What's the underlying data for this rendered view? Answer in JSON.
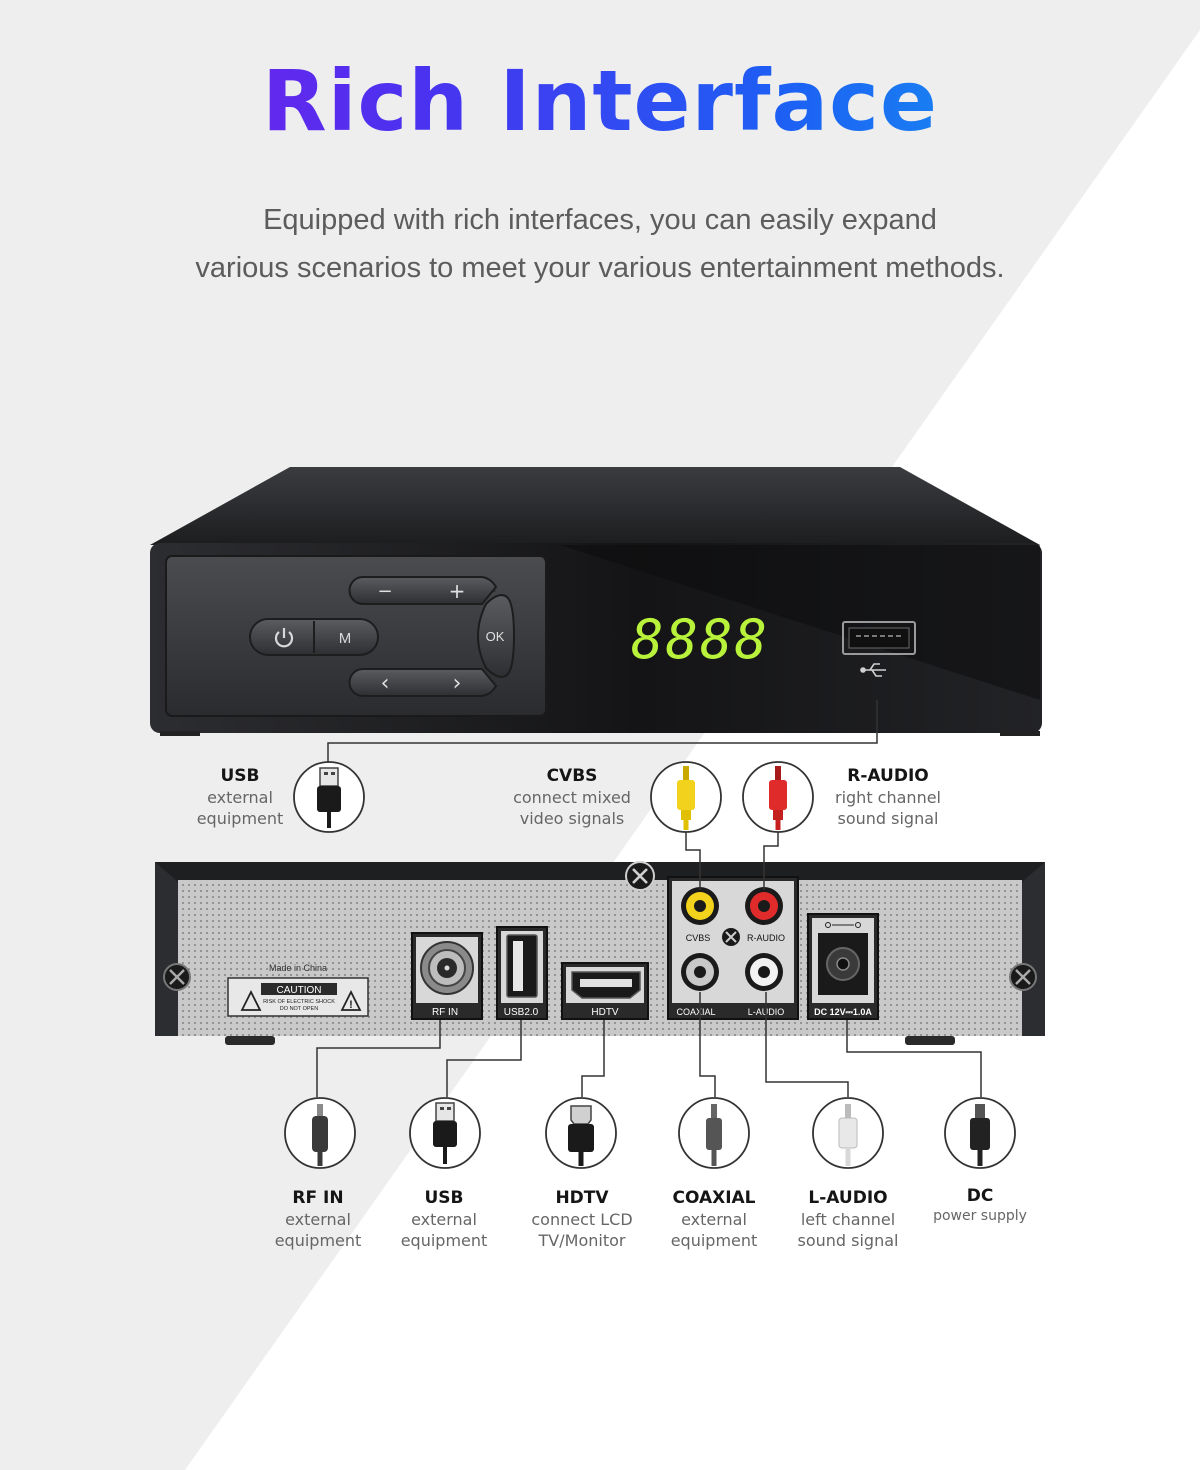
{
  "heading": {
    "title": "Rich Interface",
    "subtitle_line1": "Equipped with rich interfaces, you can easily expand",
    "subtitle_line2": "various scenarios to meet your various entertainment methods."
  },
  "front_panel": {
    "display": "8888",
    "buttons": {
      "minus": "−",
      "plus": "+",
      "ok": "OK",
      "menu": "M",
      "left": "‹",
      "right": "›"
    }
  },
  "rear_panel": {
    "made_in": "Made in China",
    "caution_title": "CAUTION",
    "caution_line1": "RISK OF ELECTRIC SHOCK",
    "caution_line2": "DO NOT OPEN",
    "ports": {
      "rf_in": "RF IN",
      "usb": "USB2.0",
      "hdtv": "HDTV",
      "cvbs": "CVBS",
      "r_audio": "R-AUDIO",
      "coaxial": "COAXIAL",
      "l_audio": "L-AUDIO",
      "dc": "DC 12V⎓1.0A"
    }
  },
  "callouts": {
    "usb_top": {
      "title": "USB",
      "line1": "external",
      "line2": "equipment"
    },
    "cvbs": {
      "title": "CVBS",
      "line1": "connect mixed",
      "line2": "video signals"
    },
    "r_audio": {
      "title": "R-AUDIO",
      "line1": "right channel",
      "line2": "sound signal"
    },
    "rf_in": {
      "title": "RF IN",
      "line1": "external",
      "line2": "equipment"
    },
    "usb_bottom": {
      "title": "USB",
      "line1": "external",
      "line2": "equipment"
    },
    "hdtv": {
      "title": "HDTV",
      "line1": "connect LCD",
      "line2": "TV/Monitor"
    },
    "coaxial": {
      "title": "COAXIAL",
      "line1": "external",
      "line2": "equipment"
    },
    "l_audio": {
      "title": "L-AUDIO",
      "line1": "left channel",
      "line2": "sound signal"
    },
    "dc": {
      "title": "DC",
      "line1": "power supply"
    }
  },
  "colors": {
    "title_gradient_start": "#8a18e8",
    "title_gradient_end": "#12b0ee",
    "display_green": "#b8f23a",
    "cable_yellow": "#f2d21c",
    "cable_red": "#e02b2b",
    "cable_white": "#f0f0f0"
  }
}
